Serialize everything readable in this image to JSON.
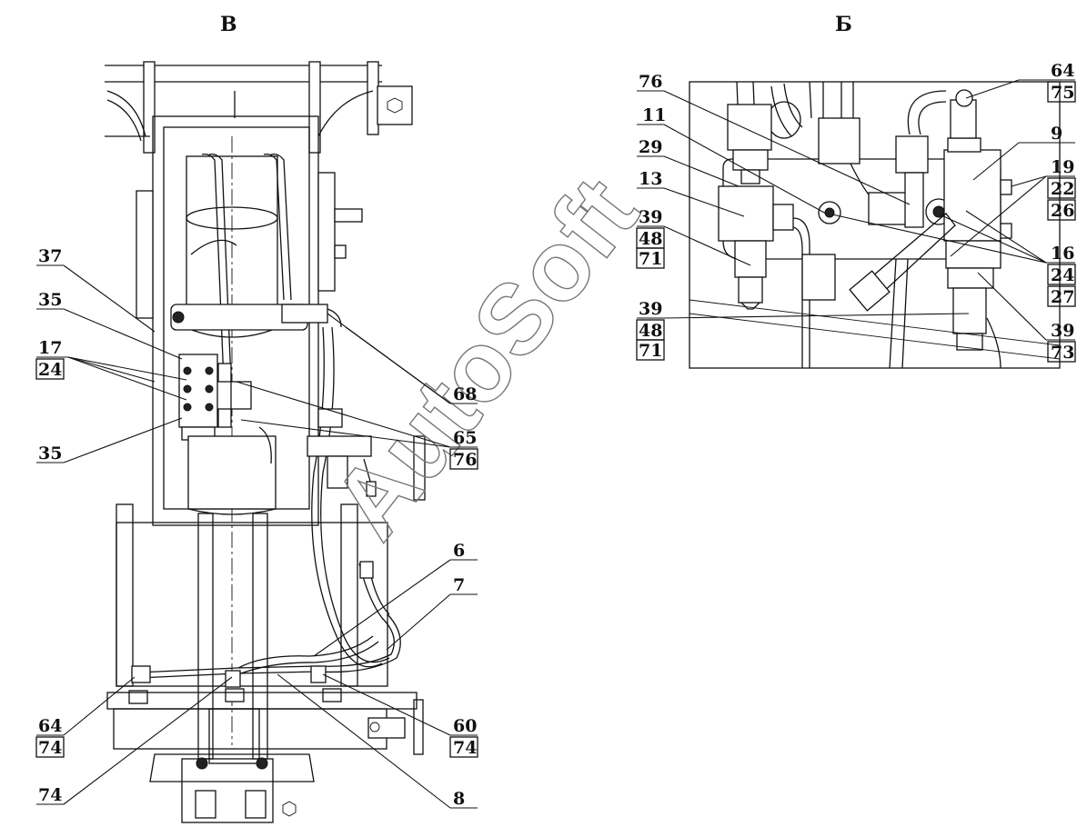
{
  "views": {
    "left": "В",
    "right": "Б"
  },
  "watermark": "AutoSoft",
  "left_labels": {
    "l37": "37",
    "l35a": "35",
    "l17": "17",
    "l24": "24",
    "l35b": "35",
    "l68": "68",
    "l65": "65",
    "l76": "76",
    "l6": "6",
    "l7": "7",
    "l64": "64",
    "l74a": "74",
    "l60": "60",
    "l74b": "74",
    "l74c": "74",
    "l8": "8"
  },
  "right_labels": {
    "r76": "76",
    "r11": "11",
    "r29": "29",
    "r13": "13",
    "r39a": "39",
    "r48a": "48",
    "r71a": "71",
    "r39b": "39",
    "r48b": "48",
    "r71b": "71",
    "r64": "64",
    "r75": "75",
    "r9": "9",
    "r19": "19",
    "r22": "22",
    "r26": "26",
    "r16": "16",
    "r24": "24",
    "r27": "27",
    "r39c": "39",
    "r73": "73"
  }
}
